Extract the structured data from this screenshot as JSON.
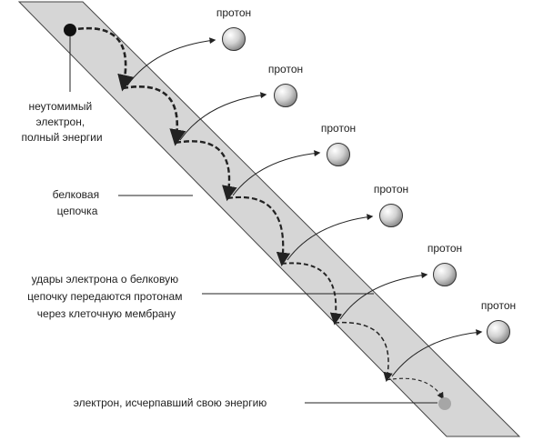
{
  "proton_labels": [
    "протон",
    "протон",
    "протон",
    "протон",
    "протон",
    "протон"
  ],
  "callouts": {
    "electron_start": [
      "неутомимый",
      "электрон,",
      "полный энергии"
    ],
    "protein_chain": [
      "белковая",
      "цепочка"
    ],
    "electron_impacts": [
      "удары электрона о белковую",
      "цепочку передаются протонам",
      "через клеточную мембрану"
    ],
    "electron_end": [
      "электрон, исчерпавший свою энергию"
    ]
  },
  "colors": {
    "band": "#d6d6d6",
    "band_stroke": "#444444",
    "electron_start": "#111111",
    "electron_end": "#a6a6a6",
    "path": "#222222",
    "proton_fill": "#dcdcdc"
  }
}
